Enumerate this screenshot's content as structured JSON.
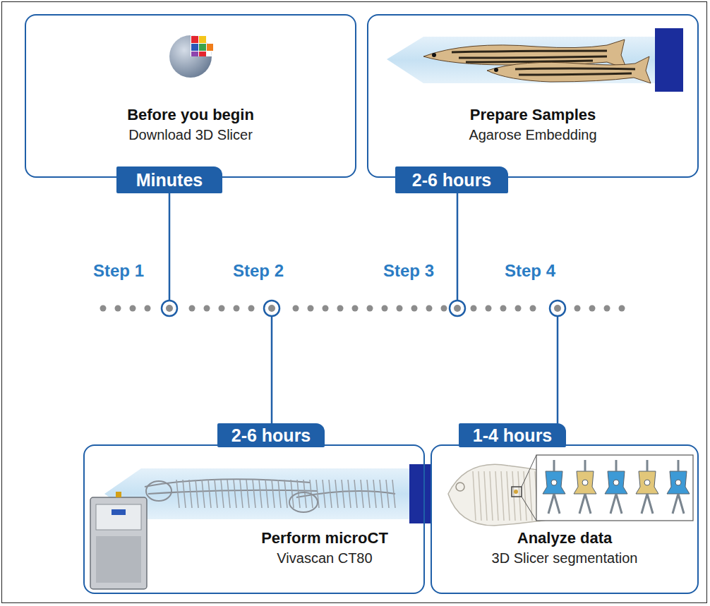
{
  "diagram": {
    "nodes": [
      {
        "text": [
          "Before you begin",
          "Download 3D Slicer"
        ]
      },
      {
        "text": [
          "Minutes"
        ]
      },
      {
        "text": [
          "Prepare Samples",
          "Agarose Embedding"
        ]
      },
      {
        "text": [
          "2-6 hours"
        ]
      },
      {
        "text": [
          "Perform microCT",
          "Vivascan CT80"
        ]
      },
      {
        "text": [
          "2-6 hours"
        ]
      },
      {
        "text": [
          "Analyze data",
          "3D Slicer segmentation"
        ]
      },
      {
        "text": [
          "1-4 hours"
        ]
      }
    ],
    "labels": [
      "Step 1",
      "Step 2",
      "Step 3",
      "Step 4"
    ]
  }
}
